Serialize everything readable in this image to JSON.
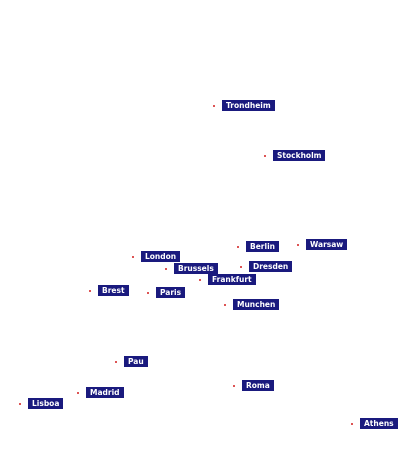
{
  "map": {
    "colors": {
      "background": "#ffffff",
      "label_background": "#1a1a7e",
      "label_text": "#ffffff",
      "marker_dot": "#d21e1e"
    },
    "cities": [
      {
        "id": "trondheim",
        "label": "Trondheim"
      },
      {
        "id": "stockholm",
        "label": "Stockholm"
      },
      {
        "id": "berlin",
        "label": "Berlin"
      },
      {
        "id": "warsaw",
        "label": "Warsaw"
      },
      {
        "id": "london",
        "label": "London"
      },
      {
        "id": "brussels",
        "label": "Brussels"
      },
      {
        "id": "dresden",
        "label": "Dresden"
      },
      {
        "id": "frankfurt",
        "label": "Frankfurt"
      },
      {
        "id": "brest",
        "label": "Brest"
      },
      {
        "id": "paris",
        "label": "Paris"
      },
      {
        "id": "munchen",
        "label": "Munchen"
      },
      {
        "id": "pau",
        "label": "Pau"
      },
      {
        "id": "roma",
        "label": "Roma"
      },
      {
        "id": "madrid",
        "label": "Madrid"
      },
      {
        "id": "lisboa",
        "label": "Lisboa"
      },
      {
        "id": "athens",
        "label": "Athens"
      }
    ]
  }
}
